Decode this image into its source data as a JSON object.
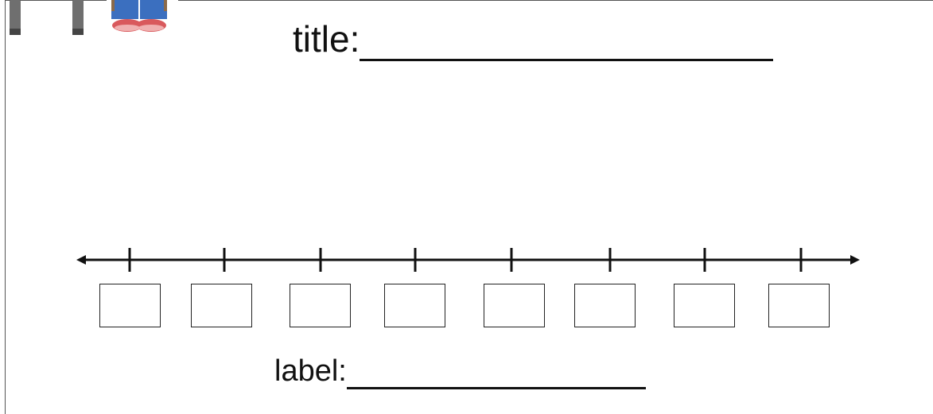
{
  "worksheet": {
    "title_prompt": "title:",
    "label_prompt": "label:",
    "number_line": {
      "tick_count": 8,
      "answer_boxes": [
        "",
        "",
        "",
        "",
        "",
        "",
        "",
        ""
      ]
    }
  },
  "decoration": {
    "icon": "clip-art-child-sitting-icon",
    "colors": {
      "jeans": "#3b6fbf",
      "shoes": "#d9595c",
      "posts": "#6f6f6f"
    }
  }
}
